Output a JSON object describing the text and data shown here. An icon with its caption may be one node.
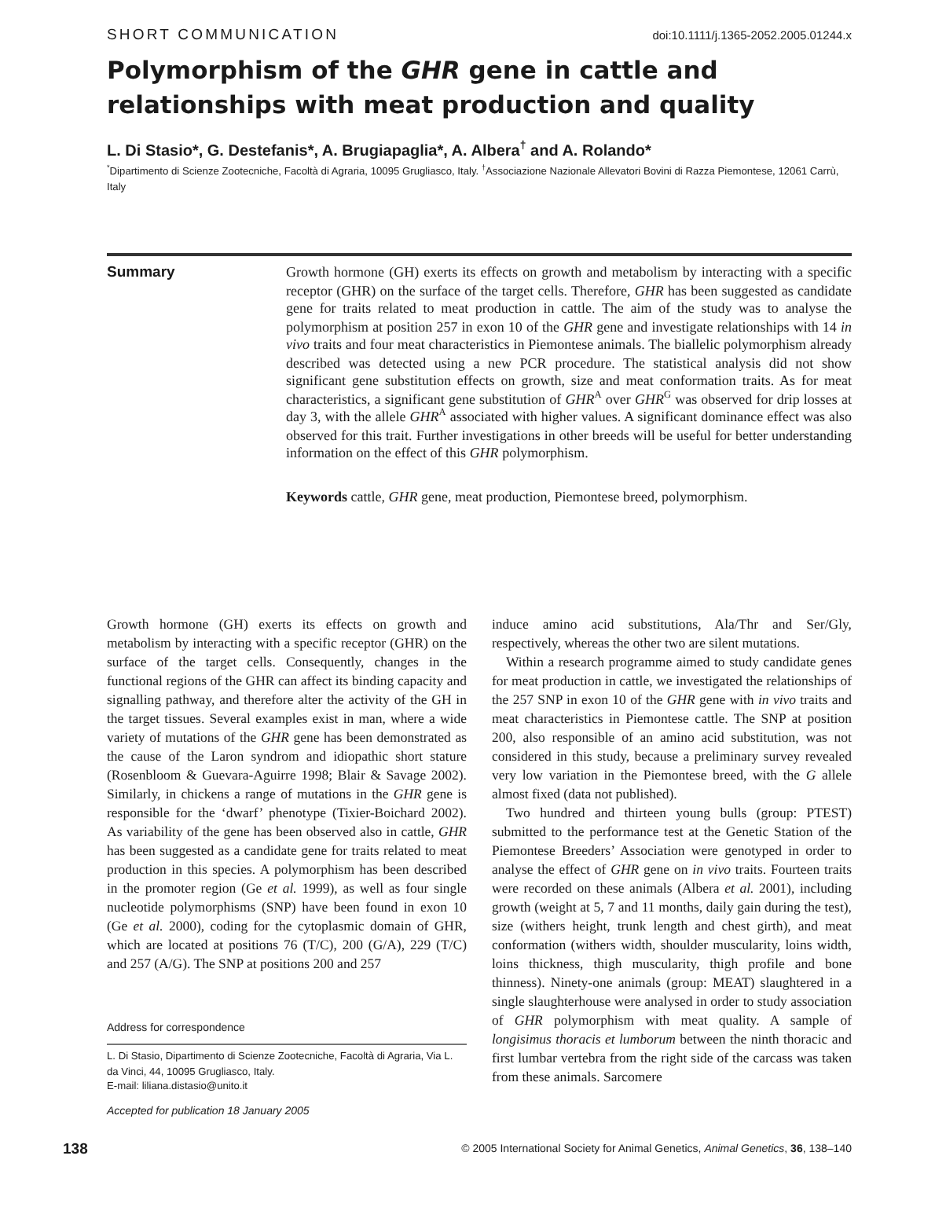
{
  "diagram": {
    "title": "Polymorphism of the *GHR* gene in cattle and relationships with meat production and quality",
    "labels": [
      "SHORT COMMUNICATION",
      "doi:10.1111/j.1365-2052.2005.01244.x",
      "L. Di Stasio*, G. Destefanis*, A. Brugiapaglia*, A. Albera$^{†}$ and A. Rolando*",
      "$^{*}$Dipartimento di Scienze Zootecniche, Facoltà di Agraria, 10095 Grugliasco, Italy. $^{†}$Associazione Nazionale Allevatori Bovini di Razza Piemontese, 12061 Carrù, Italy",
      "Summary",
      "Growth hormone (GH) exerts its effects on growth and metabolism by interacting with a specific receptor (GHR) on the surface of the target cells. Therefore, *GHR* has been suggested as candidate gene for traits related to meat production in cattle. The aim of the study was to analyse the polymorphism at position 257 in exon 10 of the *GHR* gene and investigate relationships with 14 *in vivo* traits and four meat characteristics in Piemontese animals. The biallelic polymorphism already described was detected using a new PCR procedure. The statistical analysis did not show significant gene substitution effects on growth, size and meat conformation traits. As for meat characteristics, a significant gene substitution of *GHR*$^{A}$ over *GHR*$^{G}$ was observed for drip losses at day 3, with the allele *GHR*$^{A}$ associated with higher values. A significant dominance effect was also observed for this trait. Further investigations in other breeds will be useful for better understanding information on the effect of this *GHR* polymorphism.",
      "**Keywords** cattle, *GHR* gene, meat production, Piemontese breed, polymorphism.",
      "Growth hormone (GH) exerts its effects on growth and metabolism by interacting with a specific receptor (GHR) on the surface of the target cells. Consequently, changes in the functional regions of the GHR can affect its binding capacity and signalling pathway, and therefore alter the activity of the GH in the target tissues. Several examples exist in man, where a wide variety of mutations of the *GHR* gene has been demonstrated as the cause of the Laron syndrom and idiopathic short stature (Rosenbloom & Guevara-Aguirre 1998; Blair & Savage 2002). Similarly, in chickens a range of mutations in the *GHR* gene is responsible for the ‘dwarf’ phenotype (Tixier-Boichard 2002). As variability of the gene has been observed also in cattle, *GHR* has been suggested as a candidate gene for traits related to meat production in this species. A polymorphism has been described in the promoter region (Ge *et al.* 1999), as well as four single nucleotide polymorphisms (SNP) have been found in exon 10 (Ge *et al.* 2000), coding for the cytoplasmic domain of GHR, which are located at positions 76 (T/C), 200 (G/A), 229 (T/C) and 257 (A/G). The SNP at positions 200 and 257",
      "Address for correspondence",
      "L. Di Stasio, Dipartimento di Scienze Zootecniche, Facoltà di Agraria, Via L. da Vinci, 44, 10095 Grugliasco, Italy.",
      "E-mail: liliana.distasio@unito.it",
      "Accepted for publication 18 January 2005",
      "induce amino acid substitutions, Ala/Thr and Ser/Gly, respectively, whereas the other two are silent mutations.",
      "Within a research programme aimed to study candidate genes for meat production in cattle, we investigated the relationships of the 257 SNP in exon 10 of the *GHR* gene with *in vivo* traits and meat characteristics in Piemontese cattle. The SNP at position 200, also responsible of an amino acid substitution, was not considered in this study, because a preliminary survey revealed very low variation in the Piemontese breed, with the *G* allele almost fixed (data not published).",
      "Two hundred and thirteen young bulls (group: PTEST) submitted to the performance test at the Genetic Station of the Piemontese Breeders’ Association were genotyped in order to analyse the effect of *GHR* gene on *in vivo* traits. Fourteen traits were recorded on these animals (Albera *et al.* 2001), including growth (weight at 5, 7 and 11 months, daily gain during the test), size (withers height, trunk length and chest girth), and meat conformation (withers width, shoulder muscularity, loins width, loins thickness, thigh muscularity, thigh profile and bone thinness). Ninety-one animals (group: MEAT) slaughtered in a single slaughterhouse were analysed in order to study association of *GHR* polymorphism with meat quality. A sample of *longisimus thoracis et lumborum* between the ninth thoracic and first lumbar vertebra from the right side of the carcass was taken from these animals. Sarcomere",
      "138",
      "© 2005 International Society for Animal Genetics, *Animal Genetics*, **36**, 138–140"
    ]
  }
}
